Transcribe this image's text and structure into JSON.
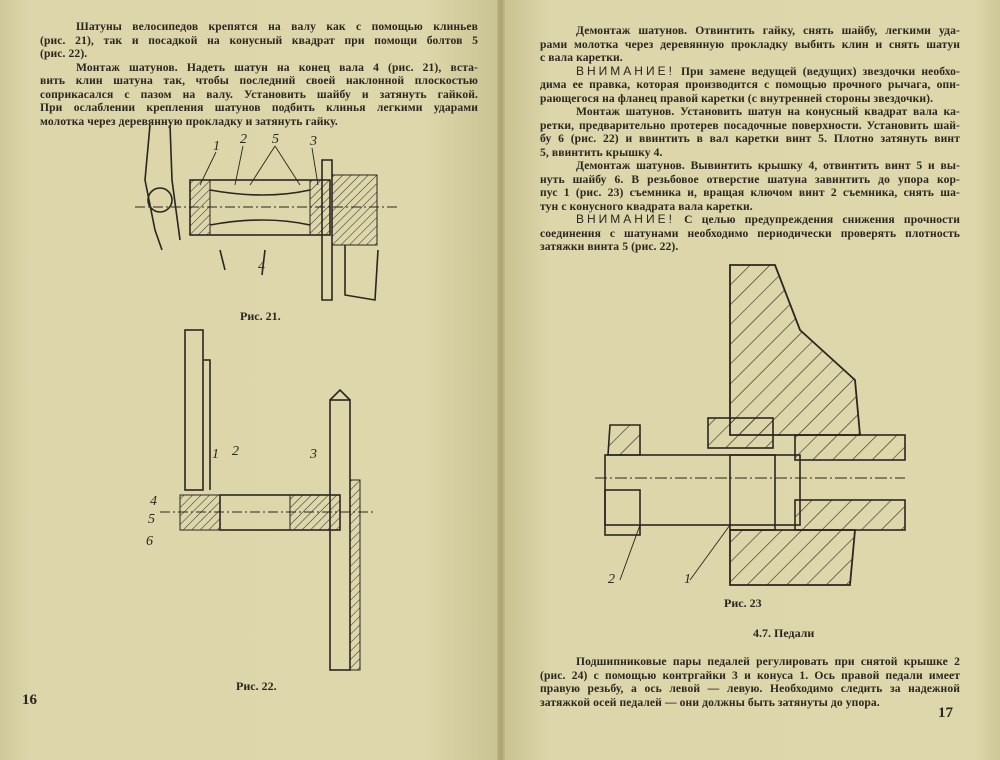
{
  "left_page": {
    "page_number": "16",
    "paragraphs": [
      {
        "lead": "",
        "lead_style": "",
        "lines": [
          "Шатуны велосипедов крепятся на валу как с помощью клиньев",
          "(рис. 21), так и посадкой на конусный квадрат при помощи болтов 5",
          "(рис. 22)."
        ]
      },
      {
        "lead": "Монтаж шатунов.",
        "lead_style": "bold",
        "lines": [
          "Надеть шатун на конец вала 4 (рис. 21), вста-",
          "вить клин шатуна так, чтобы последний своей наклонной плоскостью",
          "соприкасался с пазом на валу. Установить шайбу и затянуть гайкой.",
          "При ослаблении крепления шатунов подбить клинья легкими ударами",
          "молотка через деревянную прокладку и затянуть гайку."
        ]
      }
    ],
    "figures": [
      {
        "caption": "Рис. 21.",
        "labels": [
          "1",
          "2",
          "5",
          "3",
          "4"
        ]
      },
      {
        "caption": "Рис. 22.",
        "labels": [
          "1",
          "2",
          "3",
          "4",
          "5",
          "6"
        ]
      }
    ]
  },
  "right_page": {
    "page_number": "17",
    "paragraphs": [
      {
        "lead": "Демонтаж шатунов.",
        "lead_style": "bold",
        "lines": [
          "Отвинтить гайку, снять шайбу, легкими уда-",
          "рами молотка через деревянную прокладку выбить клин и снять шатун",
          "с вала каретки."
        ]
      },
      {
        "lead": "ВНИМАНИЕ!",
        "lead_style": "spaced",
        "lines": [
          "При замене ведущей (ведущих) звездочки необхо-",
          "дима ее правка, которая производится с помощью прочного рычага, опи-",
          "рающегося на фланец правой каретки (с внутренней стороны звездочки)."
        ]
      },
      {
        "lead": "Монтаж шатунов.",
        "lead_style": "bold",
        "lines": [
          "Установить шатун на конусный квадрат вала ка-",
          "ретки, предварительно протерев посадочные поверхности. Установить шай-",
          "бу 6 (рис. 22) и ввинтить в вал каретки винт 5. Плотно затянуть винт",
          "5, ввинтить крышку 4."
        ]
      },
      {
        "lead": "Демонтаж шатунов.",
        "lead_style": "bold",
        "lines": [
          "Вывинтить крышку 4, отвинтить винт 5 и вы-",
          "нуть шайбу 6. В резьбовое отверстие шатуна завинтить до упора кор-",
          "пус 1 (рис. 23) съемника и, вращая ключом винт 2 съемника, снять ша-",
          "тун с конусного квадрата вала каретки."
        ]
      },
      {
        "lead": "ВНИМАНИЕ!",
        "lead_style": "spaced",
        "lines": [
          "С целью предупреждения снижения прочности",
          "соединения с шатунами необходимо периодически проверять плотность",
          "затяжки винта 5 (рис. 22)."
        ]
      }
    ],
    "figure": {
      "caption": "Рис. 23",
      "labels": [
        "2",
        "1"
      ]
    },
    "section_heading": "4.7. Педали",
    "section_paragraphs": [
      {
        "lead": "",
        "lead_style": "",
        "lines": [
          "Подшипниковые пары педалей регулировать при снятой крышке 2",
          "(рис. 24) с помощью контргайки 3 и конуса 1. Ось правой педали имеет",
          "правую резьбу, а ось левой — левую. Необходимо следить за надежной",
          "затяжкой осей педалей — они должны быть затянуты до упора."
        ]
      }
    ]
  }
}
